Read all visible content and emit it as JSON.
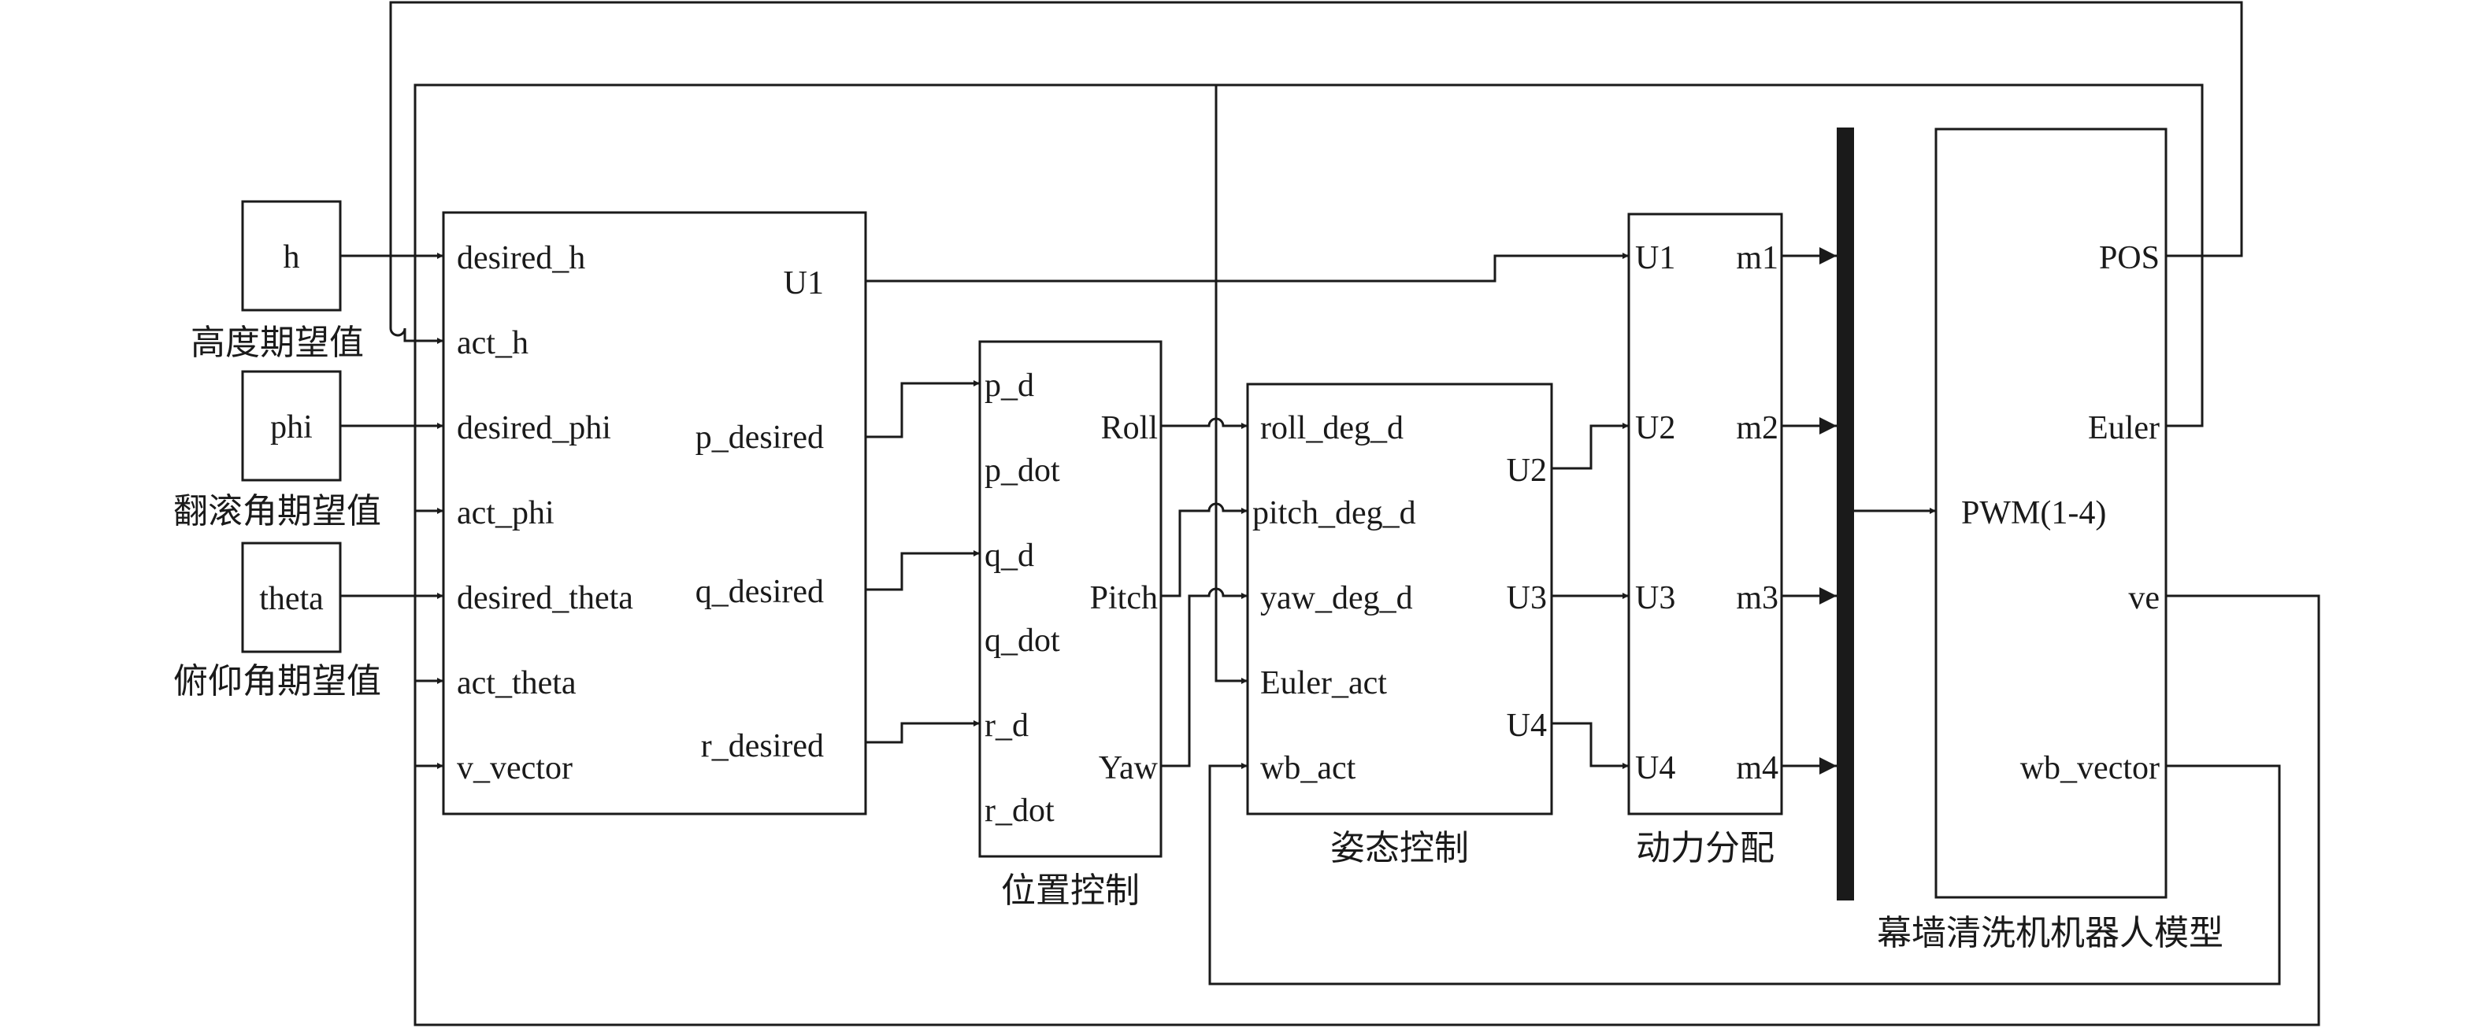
{
  "sources": [
    {
      "id": "h",
      "value": "h",
      "caption": "高度期望值"
    },
    {
      "id": "phi",
      "value": "phi",
      "caption": "翻滚角期望值"
    },
    {
      "id": "theta",
      "value": "theta",
      "caption": "俯仰角期望值"
    }
  ],
  "blocks": {
    "main": {
      "inputs": [
        "desired_h",
        "act_h",
        "desired_phi",
        "act_phi",
        "desired_theta",
        "act_theta",
        "v_vector"
      ],
      "outputs": [
        "U1",
        "p_desired",
        "q_desired",
        "r_desired"
      ]
    },
    "position": {
      "caption": "位置控制",
      "inputs": [
        "p_d",
        "p_dot",
        "q_d",
        "q_dot",
        "r_d",
        "r_dot"
      ],
      "outputs": [
        "Roll",
        "Pitch",
        "Yaw"
      ]
    },
    "attitude": {
      "caption": "姿态控制",
      "inputs": [
        "roll_deg_d",
        "pitch_deg_d",
        "yaw_deg_d",
        "Euler_act",
        "wb_act"
      ],
      "outputs": [
        "U2",
        "U3",
        "U4"
      ]
    },
    "power": {
      "caption": "动力分配",
      "inputs": [
        "U1",
        "U2",
        "U3",
        "U4"
      ],
      "outputs": [
        "m1",
        "m2",
        "m3",
        "m4"
      ]
    },
    "robot": {
      "caption": "幕墙清洗机机器人模型",
      "inputs": [
        "PWM(1-4)"
      ],
      "outputs": [
        "POS",
        "Euler",
        "ve",
        "wb_vector"
      ]
    }
  }
}
